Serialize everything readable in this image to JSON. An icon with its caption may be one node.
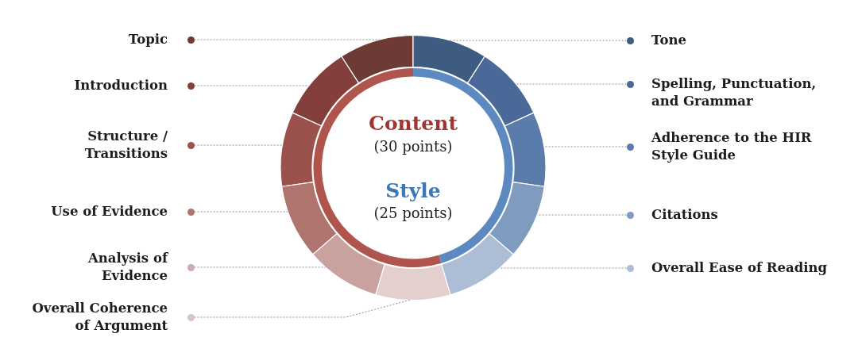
{
  "diagram": {
    "nodes": [
      {
        "text": [
          "Topic"
        ]
      },
      {
        "text": [
          "Introduction"
        ]
      },
      {
        "text": [
          "Structure / Transitions"
        ]
      },
      {
        "text": [
          "Use of Evidence"
        ]
      },
      {
        "text": [
          "Analysis of Evidence"
        ]
      },
      {
        "text": [
          "Overall Coherence of Argument"
        ]
      },
      {
        "text": [
          "Tone"
        ]
      },
      {
        "text": [
          "Spelling, Punctuation, and Grammar"
        ]
      },
      {
        "text": [
          "Adherence to the HIR Style Guide"
        ]
      },
      {
        "text": [
          "Citations"
        ]
      },
      {
        "text": [
          "Overall Ease of Reading"
        ]
      },
      {
        "text": [],
        "shape": "arc"
      },
      {
        "text": [],
        "shape": "arc"
      },
      {
        "text": [],
        "shape": "arc"
      },
      {
        "text": [],
        "shape": "arc"
      },
      {
        "text": [],
        "shape": "arc"
      },
      {
        "text": [],
        "shape": "arc"
      },
      {
        "text": [],
        "shape": "arc"
      },
      {
        "text": [],
        "shape": "arc"
      },
      {
        "text": [],
        "shape": "arc"
      },
      {
        "text": [],
        "shape": "arc"
      },
      {
        "text": [],
        "shape": "arc"
      },
      {
        "text": [],
        "shape": "arc"
      },
      {
        "text": [],
        "shape": "arc"
      }
    ],
    "edges": [
      {
        "from": 0,
        "to": 11,
        "arrow": "none",
        "style": "dashed"
      },
      {
        "from": 1,
        "to": 12,
        "arrow": "none",
        "style": "dashed"
      },
      {
        "from": 2,
        "to": 13,
        "arrow": "none",
        "style": "dashed"
      },
      {
        "from": 3,
        "to": 14,
        "arrow": "none",
        "style": "dashed"
      },
      {
        "from": 4,
        "to": 15,
        "arrow": "none",
        "style": "dashed"
      },
      {
        "from": 5,
        "to": 16,
        "arrow": "none",
        "style": "dashed"
      },
      {
        "from": 6,
        "to": 17,
        "arrow": "none",
        "style": "dashed"
      },
      {
        "from": 7,
        "to": 18,
        "arrow": "none",
        "style": "dashed"
      },
      {
        "from": 8,
        "to": 19,
        "arrow": "none",
        "style": "dashed"
      },
      {
        "from": 9,
        "to": 20,
        "arrow": "none",
        "style": "dashed"
      },
      {
        "from": 10,
        "to": 21,
        "arrow": "none",
        "style": "dashed"
      }
    ],
    "labels": [
      "Content",
      "(30 points)",
      "Style",
      "(25 points)"
    ]
  }
}
